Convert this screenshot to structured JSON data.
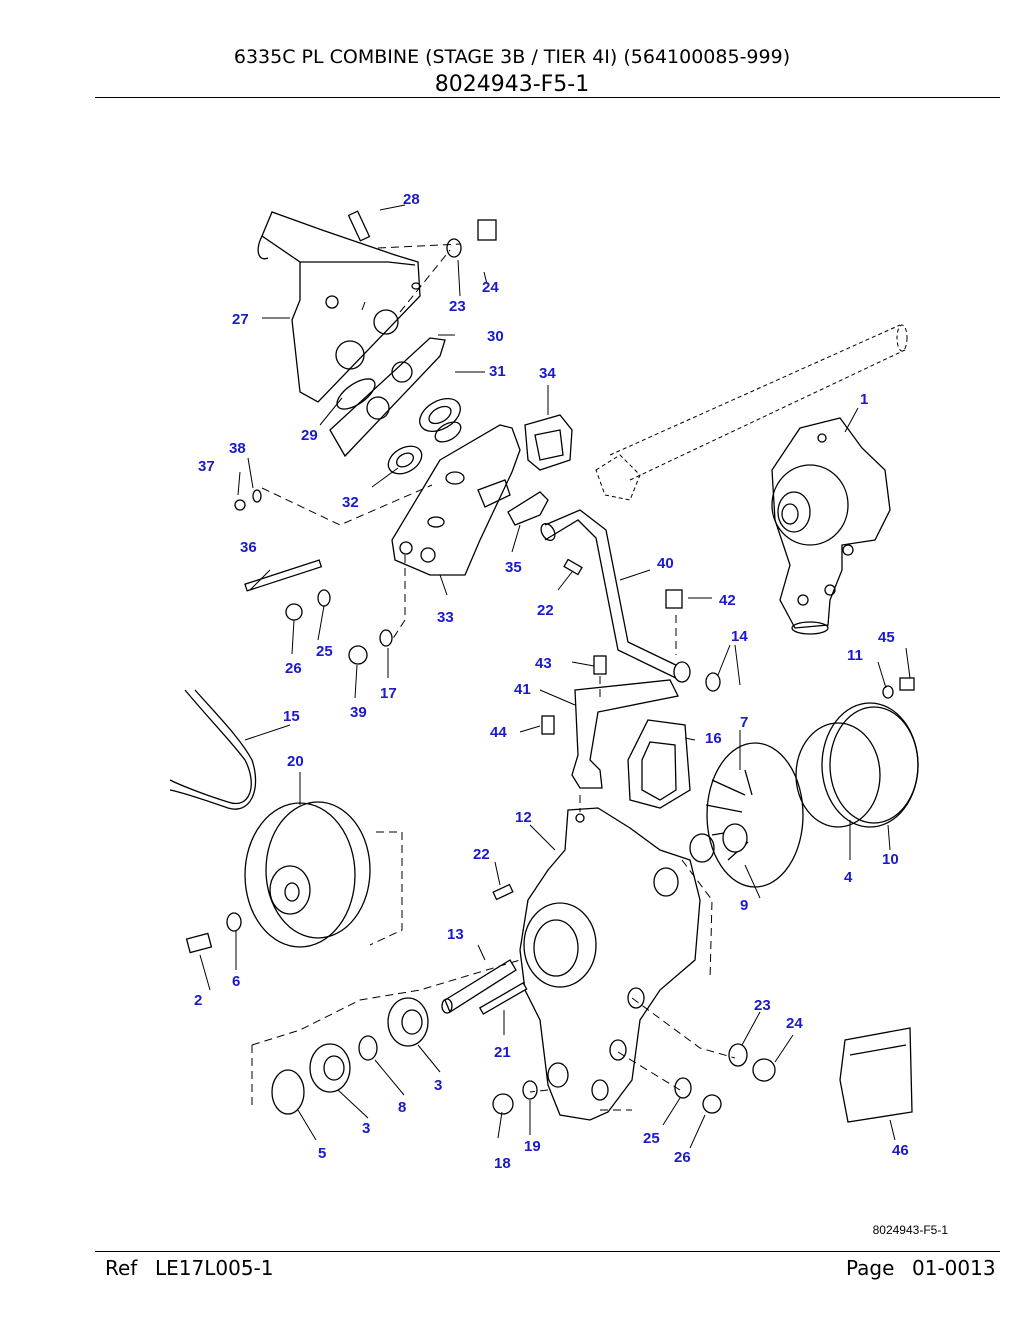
{
  "header": {
    "title": "6335C PL COMBINE (STAGE 3B / TIER 4I) (564100085-999)",
    "subtitle": "8024943-F5-1"
  },
  "figure_code": "8024943-F5-1",
  "footer": {
    "ref_label": "Ref",
    "ref_value": "LE17L005-1",
    "page_label": "Page",
    "page_value": "01-0013"
  },
  "callouts": {
    "c1": "1",
    "c2": "2",
    "c3a": "3",
    "c3b": "3",
    "c4": "4",
    "c5": "5",
    "c6": "6",
    "c7": "7",
    "c8": "8",
    "c9": "9",
    "c10": "10",
    "c11": "11",
    "c12": "12",
    "c13": "13",
    "c14": "14",
    "c15": "15",
    "c16": "16",
    "c17": "17",
    "c18": "18",
    "c19": "19",
    "c20": "20",
    "c21": "21",
    "c22a": "22",
    "c22b": "22",
    "c23a": "23",
    "c23b": "23",
    "c24a": "24",
    "c24b": "24",
    "c25a": "25",
    "c25b": "25",
    "c26a": "26",
    "c26b": "26",
    "c27": "27",
    "c28": "28",
    "c29": "29",
    "c30": "30",
    "c31": "31",
    "c32": "32",
    "c33": "33",
    "c34": "34",
    "c35": "35",
    "c36": "36",
    "c37": "37",
    "c38": "38",
    "c39": "39",
    "c40": "40",
    "c41": "41",
    "c42": "42",
    "c43": "43",
    "c44": "44",
    "c45": "45",
    "c46": "46"
  },
  "colors": {
    "callout": "#1a1acc",
    "line": "#000000"
  }
}
